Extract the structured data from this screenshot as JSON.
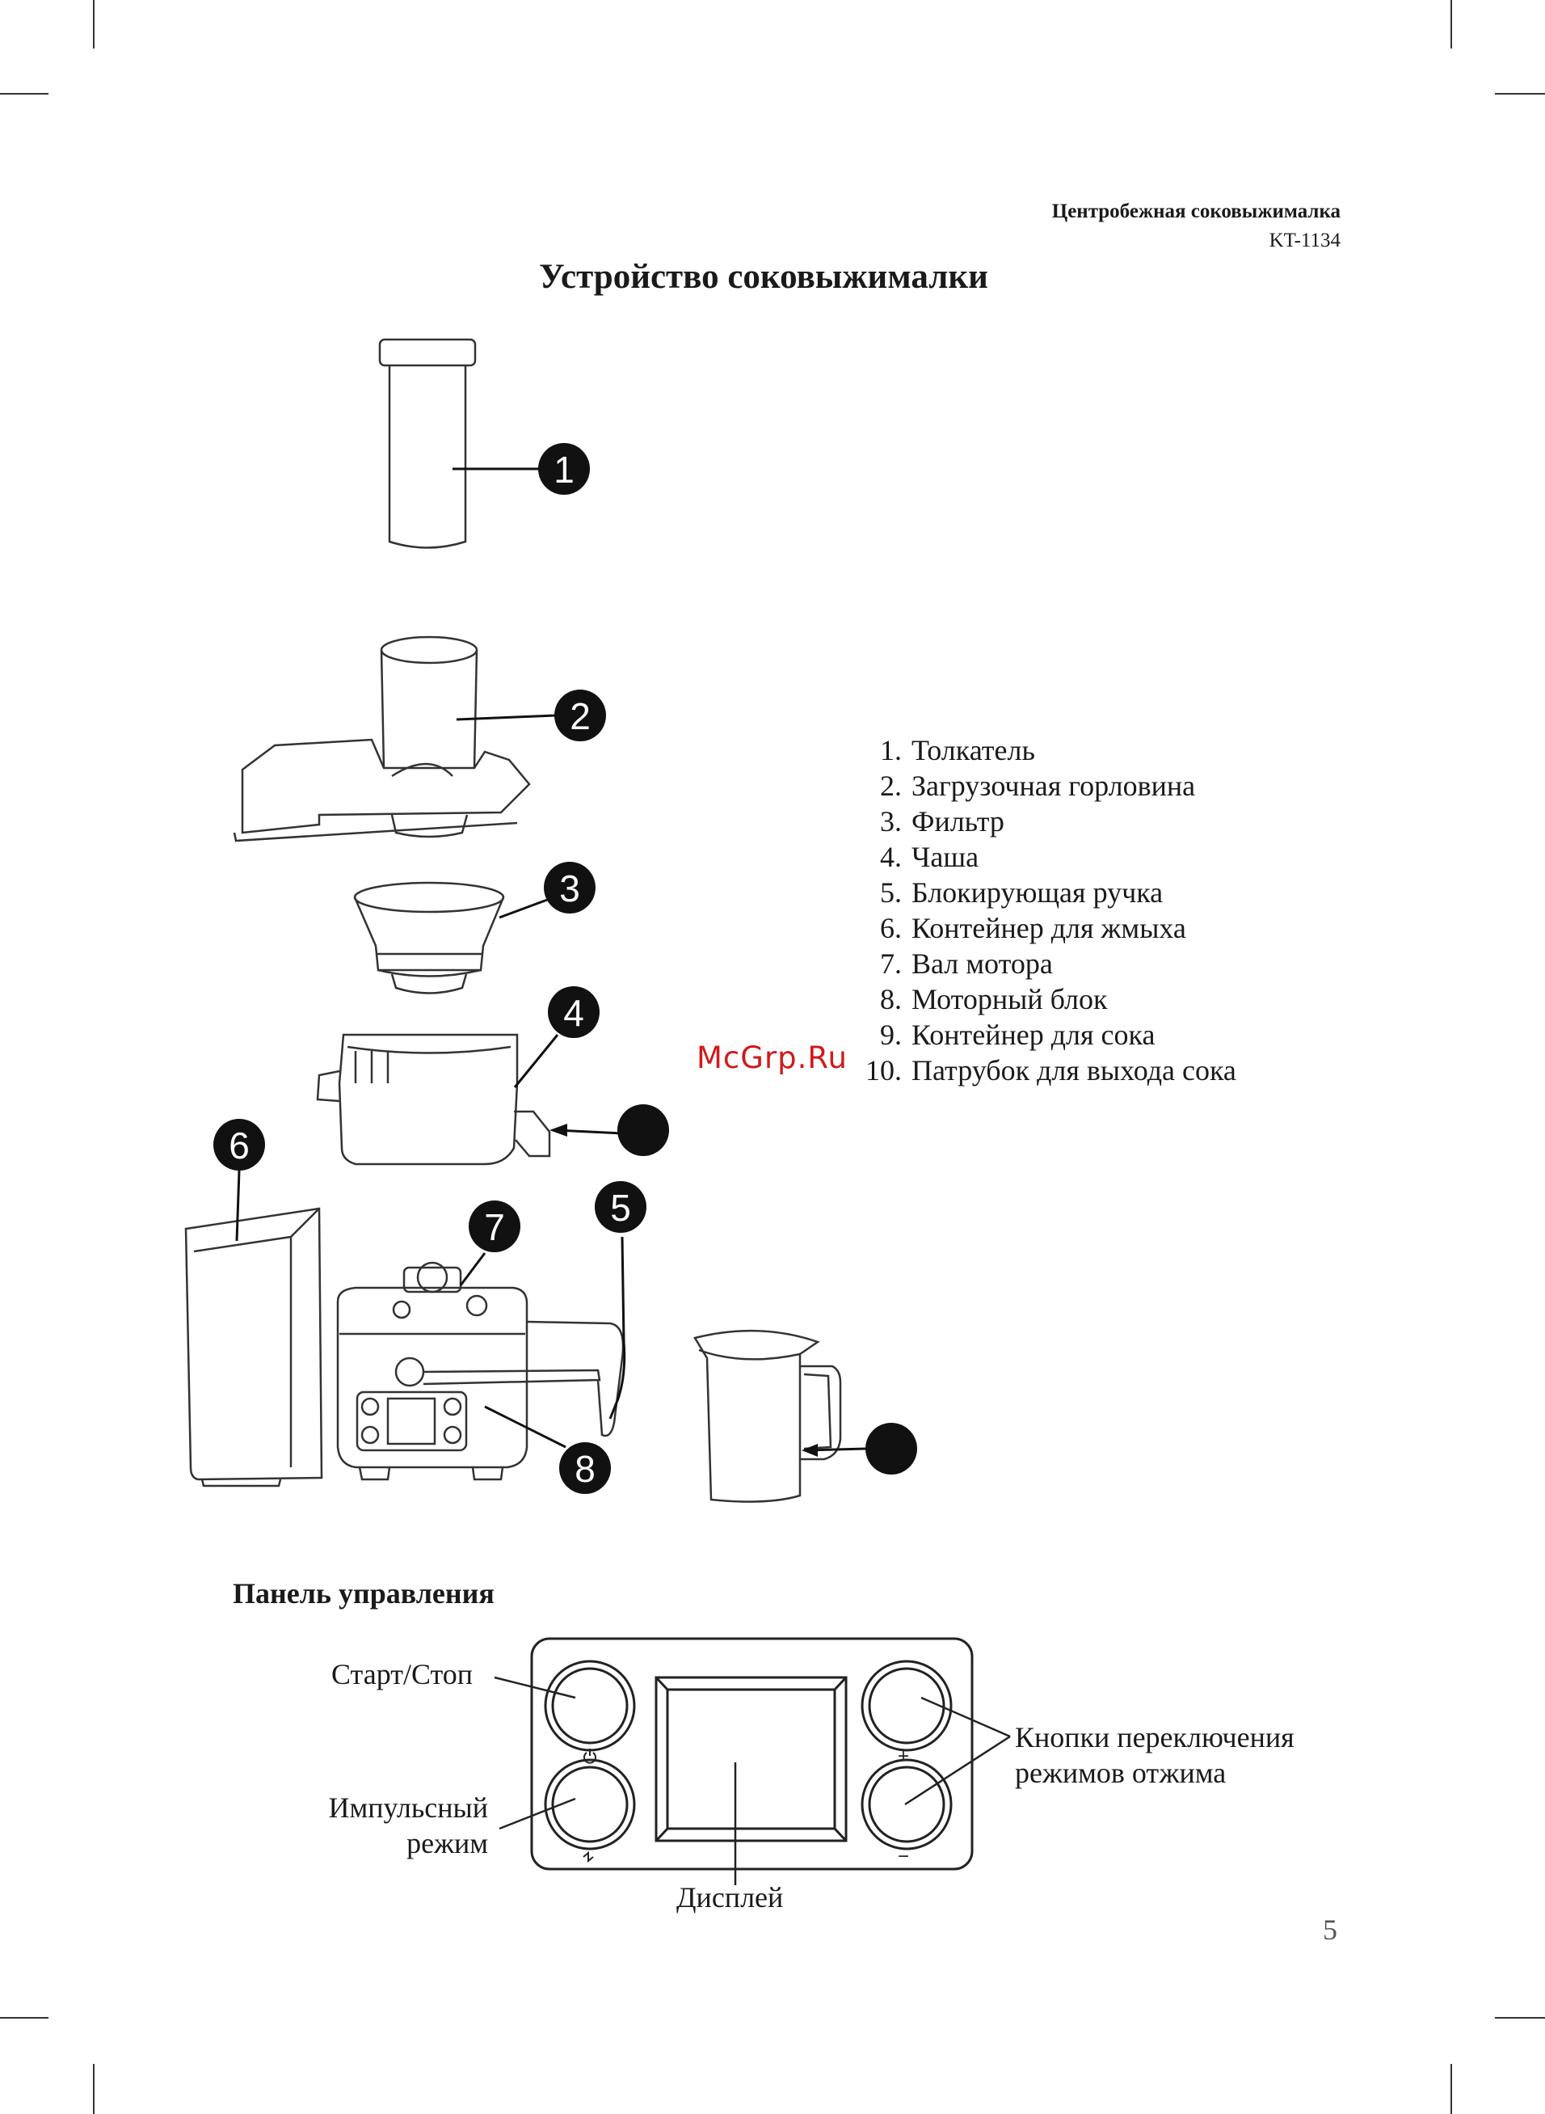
{
  "header": {
    "title": "Центробежная соковыжималка",
    "model": "KT-1134"
  },
  "page_title": "Устройство соковыжималки",
  "parts": [
    {
      "number": "1.",
      "label": "Толкатель"
    },
    {
      "number": "2.",
      "label": "Загрузочная горловина"
    },
    {
      "number": "3.",
      "label": "Фильтр"
    },
    {
      "number": "4.",
      "label": "Чаша"
    },
    {
      "number": "5.",
      "label": "Блокирующая ручка"
    },
    {
      "number": "6.",
      "label": "Контейнер для жмыха"
    },
    {
      "number": "7.",
      "label": "Вал мотора"
    },
    {
      "number": "8.",
      "label": "Моторный блок"
    },
    {
      "number": "9.",
      "label": "Контейнер для сока"
    },
    {
      "number": "10.",
      "label": "Патрубок для выхода сока"
    }
  ],
  "callouts": [
    "1",
    "2",
    "3",
    "4",
    "5",
    "6",
    "7",
    "8"
  ],
  "watermark": "McGrp.Ru",
  "control_panel": {
    "heading": "Панель управления",
    "start_stop_label": "Старт/Стоп",
    "pulse_label_line1": "Импульсный",
    "pulse_label_line2": "режим",
    "modes_label_line1": "Кнопки переключения",
    "modes_label_line2": "режимов отжима",
    "display_label": "Дисплей",
    "plus_symbol": "+",
    "minus_symbol": "−"
  },
  "page_number": "5",
  "colors": {
    "ink": "#1a1a1a",
    "watermark": "#d11a1a"
  }
}
